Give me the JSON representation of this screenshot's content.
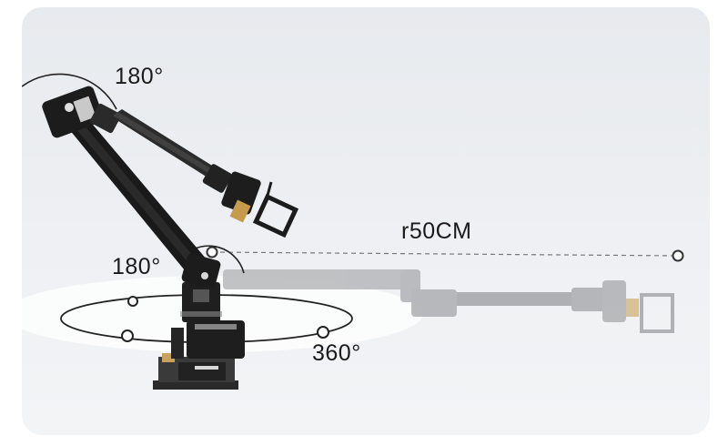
{
  "labels": {
    "top_joint_angle": "180°",
    "base_joint_angle": "180°",
    "rotation_angle": "360°",
    "reach": "r50CM"
  },
  "colors": {
    "arm": "#1c1c1c",
    "ghost_arm": "#b6b8bb",
    "card_bg": "#eceef1",
    "line": "#555555"
  }
}
